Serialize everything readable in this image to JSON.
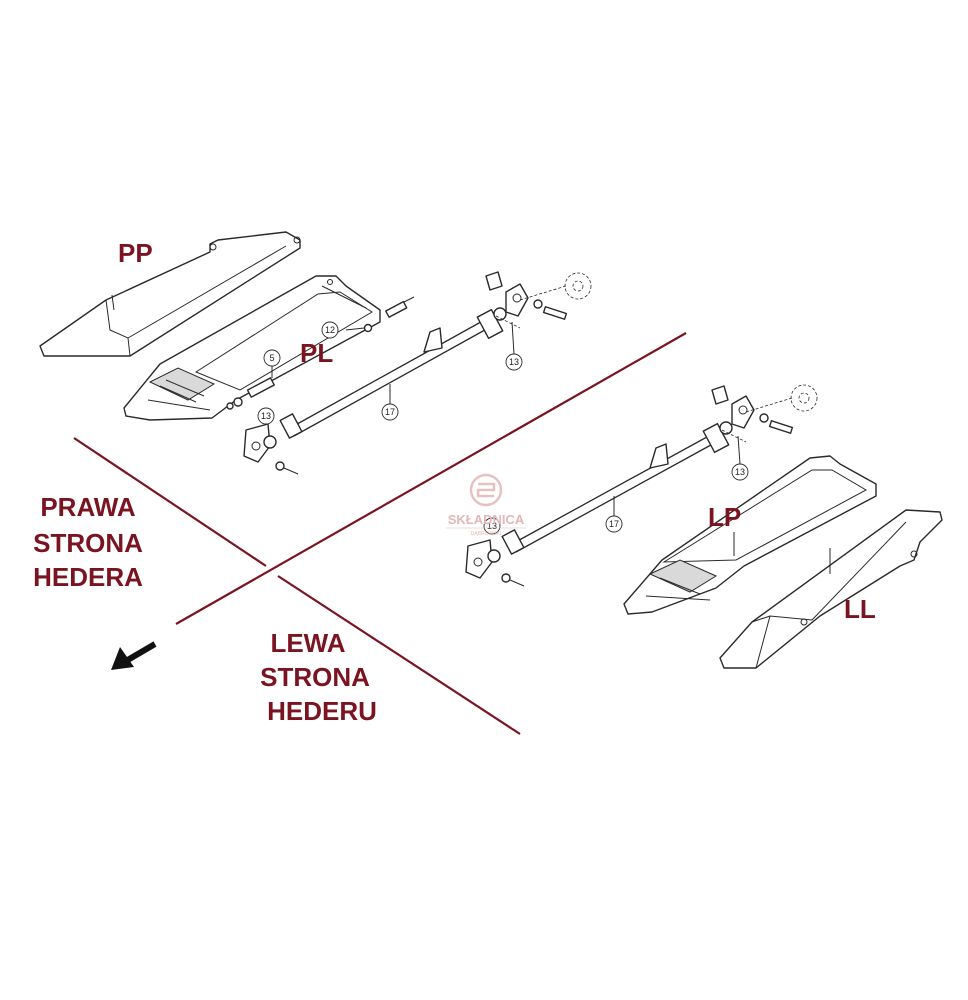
{
  "colors": {
    "label": "#7b1421",
    "line": "#7b1421",
    "drawing": "#2a2a2a",
    "watermark": "#e3b7b7"
  },
  "labels": {
    "pp": "PP",
    "pl": "PL",
    "lp": "LP",
    "ll": "LL"
  },
  "sides": {
    "right": [
      "PRAWA",
      "STRONA",
      "HEDERA"
    ],
    "left": [
      "LEWA",
      "STRONA",
      "HEDERU"
    ]
  },
  "callouts": {
    "c12": "12",
    "c5": "5",
    "c13": "13",
    "c17": "17"
  },
  "watermark": {
    "name": "SKŁADNICA",
    "sub": "DĄBROWSKI"
  },
  "icons": {
    "direction": "arrow-icon",
    "logo": "skladnica-logo-icon"
  }
}
